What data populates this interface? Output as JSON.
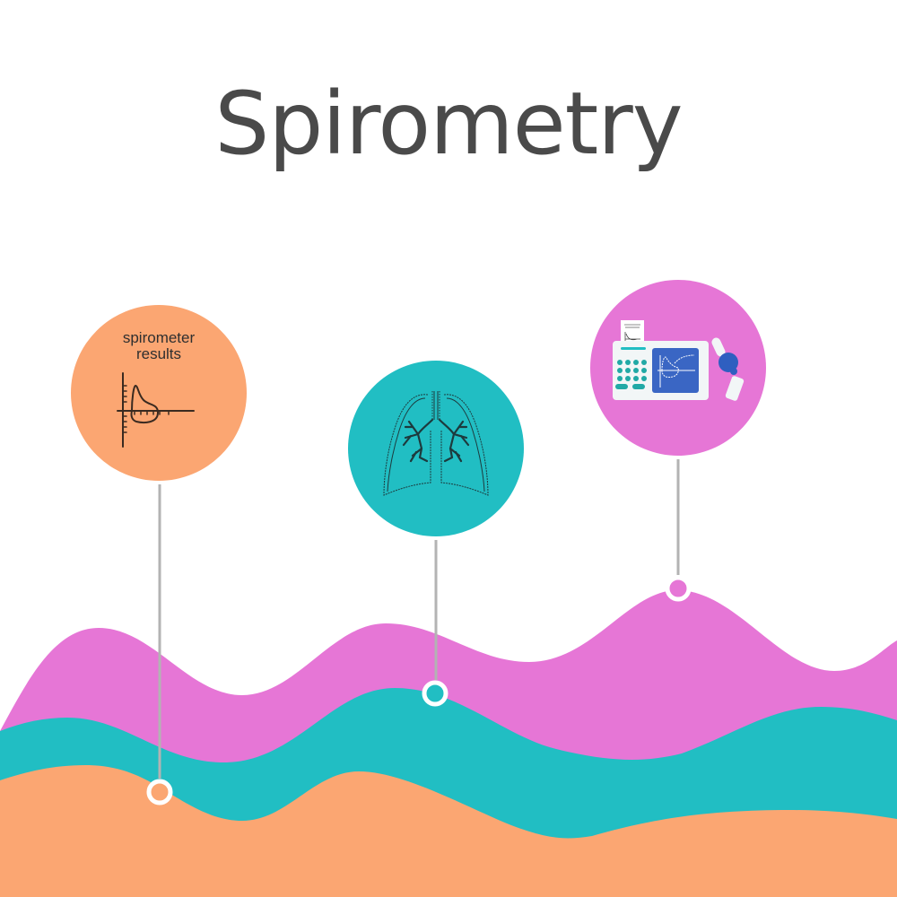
{
  "title": "Spirometry",
  "colors": {
    "title": "#4a4a4a",
    "pink": "#e676d6",
    "teal": "#21bec3",
    "orange": "#fba672",
    "connector": "#b3b3b3",
    "ring": "#ffffff",
    "monitor_blue": "#3a66c4",
    "device_white": "#f2f6f7"
  },
  "items": [
    {
      "id": "results",
      "label_line1": "spirometer",
      "label_line2": "results",
      "icon": "flow-volume-graph-icon",
      "color": "orange"
    },
    {
      "id": "lungs",
      "icon": "lungs-icon",
      "color": "teal"
    },
    {
      "id": "device",
      "icon": "spirometer-device-icon",
      "color": "pink"
    }
  ],
  "waves": [
    "pink",
    "teal",
    "orange"
  ]
}
